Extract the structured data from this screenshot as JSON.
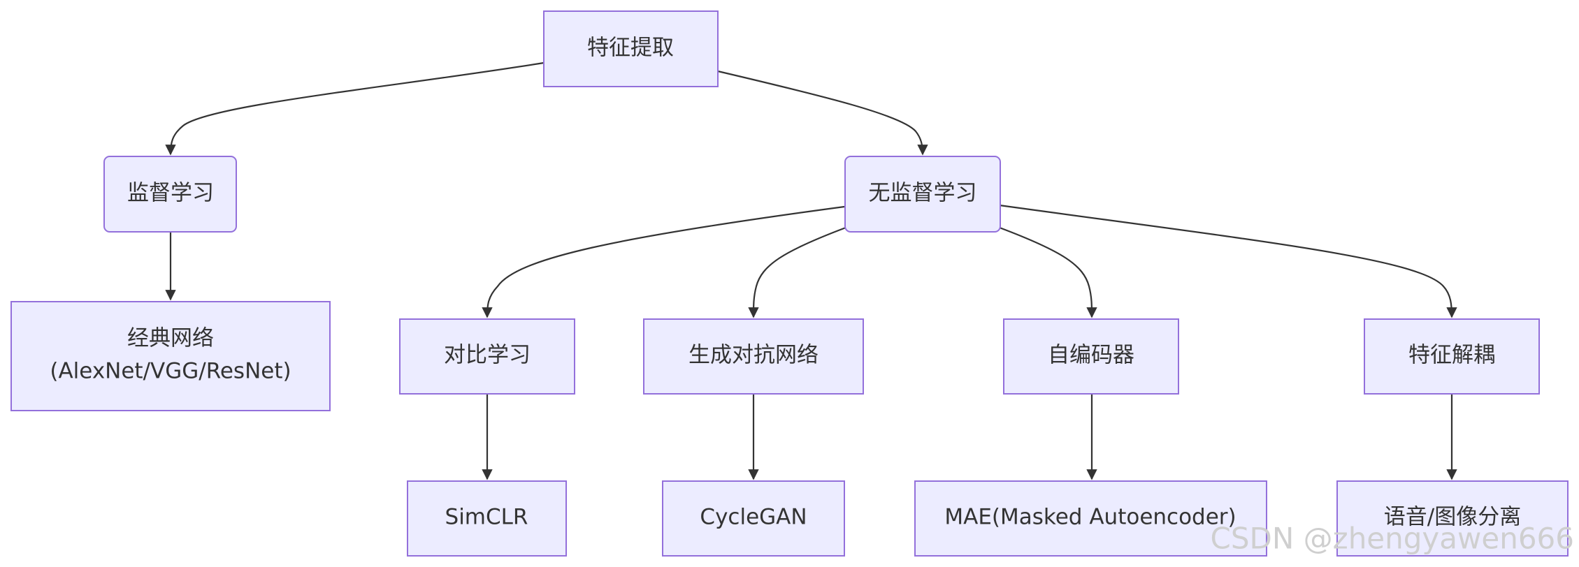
{
  "nodes": {
    "feature_extraction": "特征提取",
    "supervised": "监督学习",
    "unsupervised": "无监督学习",
    "classic_nets_line1": "经典网络",
    "classic_nets_line2": "(AlexNet/VGG/ResNet)",
    "contrastive": "对比学习",
    "gan": "生成对抗网络",
    "autoencoder": "自编码器",
    "disentangle": "特征解耦",
    "simclr": "SimCLR",
    "cyclegan": "CycleGAN",
    "mae": "MAE(Masked Autoencoder)",
    "speech_separation": "语音/图像分离"
  },
  "edges": [
    [
      "特征提取",
      "监督学习"
    ],
    [
      "特征提取",
      "无监督学习"
    ],
    [
      "监督学习",
      "经典网络 (AlexNet/VGG/ResNet)"
    ],
    [
      "无监督学习",
      "对比学习"
    ],
    [
      "无监督学习",
      "生成对抗网络"
    ],
    [
      "无监督学习",
      "自编码器"
    ],
    [
      "无监督学习",
      "特征解耦"
    ],
    [
      "对比学习",
      "SimCLR"
    ],
    [
      "生成对抗网络",
      "CycleGAN"
    ],
    [
      "自编码器",
      "MAE(Masked Autoencoder)"
    ],
    [
      "特征解耦",
      "语音/图像分离"
    ]
  ],
  "watermark": "CSDN @zhengyawen666",
  "colors": {
    "node_fill": "#ECECFF",
    "node_stroke": "#9370DB",
    "edge": "#333333",
    "text": "#333333"
  }
}
